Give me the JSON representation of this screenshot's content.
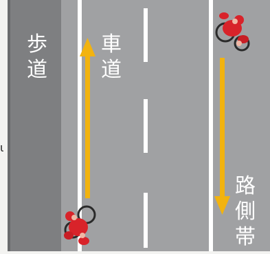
{
  "labels": {
    "sidewalk": [
      "歩",
      "道"
    ],
    "roadway": [
      "車",
      "道"
    ],
    "shoulder": [
      "路",
      "側",
      "帯"
    ],
    "edge_fragment": "ι"
  },
  "icons": {
    "cyclist_top": "cyclist-icon",
    "cyclist_bottom": "cyclist-icon",
    "arrow_left": "arrow-up-icon",
    "arrow_right": "arrow-down-icon"
  },
  "colors": {
    "background": "#f3f3f1",
    "sidewalk": "#7e7f81",
    "road": "#a0a1a3",
    "lane_line": "#ffffff",
    "arrow": "#f2b30f",
    "cyclist_body": "#d8232a",
    "cyclist_skin": "#f0b7a4",
    "wheel": "#2a2a2a"
  }
}
